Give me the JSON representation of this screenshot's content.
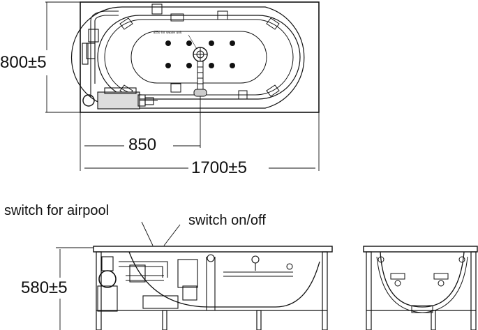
{
  "top_view": {
    "dim_width": "800±5",
    "dim_drain": "850",
    "dim_length": "1700±5",
    "note": "Ø50 for waste unit"
  },
  "side_view": {
    "label_airpool": "switch for airpool",
    "label_switch": "switch on/off",
    "dim_height": "580±5"
  }
}
